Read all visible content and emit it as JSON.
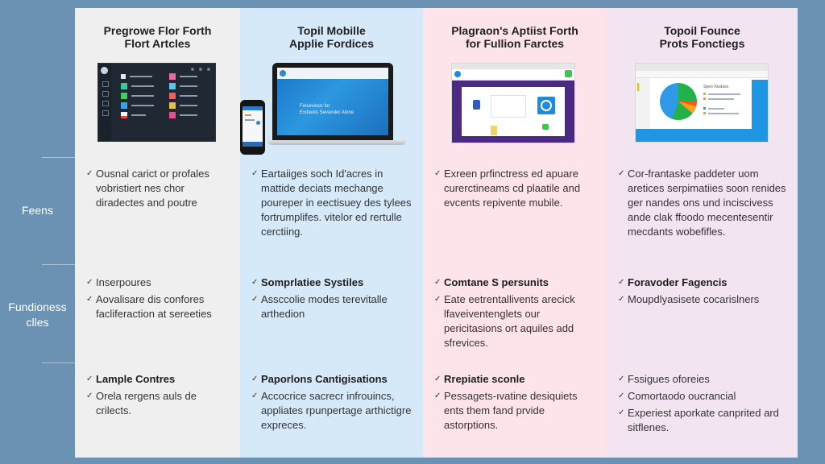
{
  "row_labels": {
    "features": "Feens",
    "fundamentals_line1": "Fundioness",
    "fundamentals_line2": "clles"
  },
  "columns": [
    {
      "title_line1": "Pregrowe Flor Forth",
      "title_line2": "Flort Artcles",
      "bg_color": "#efeff0",
      "screenshot": "dark-app-list",
      "features": [
        {
          "text": "Ousnal carict or profales vobristiert nes chor diradectes and poutre",
          "bold": false
        }
      ],
      "fundamentals": [
        {
          "text": "Inserpoures",
          "bold": false
        },
        {
          "text": "Aovalisare dis confores facliferaction at sereeties",
          "bold": false
        }
      ],
      "extras": [
        {
          "text": "Lample Contres",
          "bold": true
        },
        {
          "text": "Orela rergens auls de crilects.",
          "bold": false
        }
      ]
    },
    {
      "title_line1": "Topil Mobille",
      "title_line2": "Applie Fordices",
      "bg_color": "#d5e9f8",
      "screenshot": "laptop-and-phone",
      "laptop_caption_line1": "Felsevious for",
      "laptop_caption_line2": "Exdaves Sevander Alone",
      "features": [
        {
          "text": "Eartaiiges soch Id'acres in mattide deciats mechange poureper in eectisuey des tylees fortrumplifes. vitelor ed rertulle cerctiing.",
          "bold": false
        }
      ],
      "fundamentals": [
        {
          "text": "Somprlatiee Systiles",
          "bold": true
        },
        {
          "text": "Assccolie modes terevitalle arthedion",
          "bold": false
        }
      ],
      "extras": [
        {
          "text": "Paporlons Cantigisations",
          "bold": true
        },
        {
          "text": "Accocrice sacrecr infrouincs, appliates rpunpertage arthictigre expreces.",
          "bold": false
        }
      ]
    },
    {
      "title_line1": "Plagraon's Aptiist Forth",
      "title_line2": "for Fullion Farctes",
      "bg_color": "#fde3ea",
      "screenshot": "purple-chat-app",
      "features": [
        {
          "text": "Exreen prfinctress ed apuare curerctineams cd plaatile and evcents repivente mubile.",
          "bold": false
        }
      ],
      "fundamentals": [
        {
          "text": "Comtane S persunits",
          "bold": true
        },
        {
          "text": "Eate eetrentallivents arecick lfaveiventenglets our pericitasions ort aquiles add sfrevices.",
          "bold": false
        }
      ],
      "extras": [
        {
          "text": "Rrepiatie sconle",
          "bold": true
        },
        {
          "text": "Pessagets-ıvatine desiquiets ents them fand prvide astorptions.",
          "bold": false
        }
      ]
    },
    {
      "title_line1": "Topoil Founce",
      "title_line2": "Prots Fonctiegs",
      "bg_color": "#f3e4f2",
      "screenshot": "pie-chart-app",
      "pie_legend_title": "Sperr Kisdues",
      "features": [
        {
          "text": "Cor-frantaske paddeter uom aretices serpimatiies soon renides ger nandes ons und inciscivess ande clak ffoodo mecentesentir mecdants wobefifles.",
          "bold": false
        }
      ],
      "fundamentals": [
        {
          "text": "Foravoder Fagencis",
          "bold": true
        },
        {
          "text": "Moupdlyasisete cocarislners",
          "bold": false
        }
      ],
      "extras": [
        {
          "text": "Fssigues oforeies",
          "bold": false
        },
        {
          "text": "Comortaodo oucrancial",
          "bold": false
        },
        {
          "text": "Experiest aporkate canprited ard sitflenes.",
          "bold": false
        }
      ]
    }
  ],
  "colors": {
    "background": "#6b92b3",
    "pie_green": "#21b24a",
    "pie_blue": "#2f9be8",
    "pie_orange": "#f7a11a",
    "pie_red": "#f05a1e",
    "purple": "#4b2a84"
  },
  "icons": {
    "bullet": "checkmark-icon"
  }
}
